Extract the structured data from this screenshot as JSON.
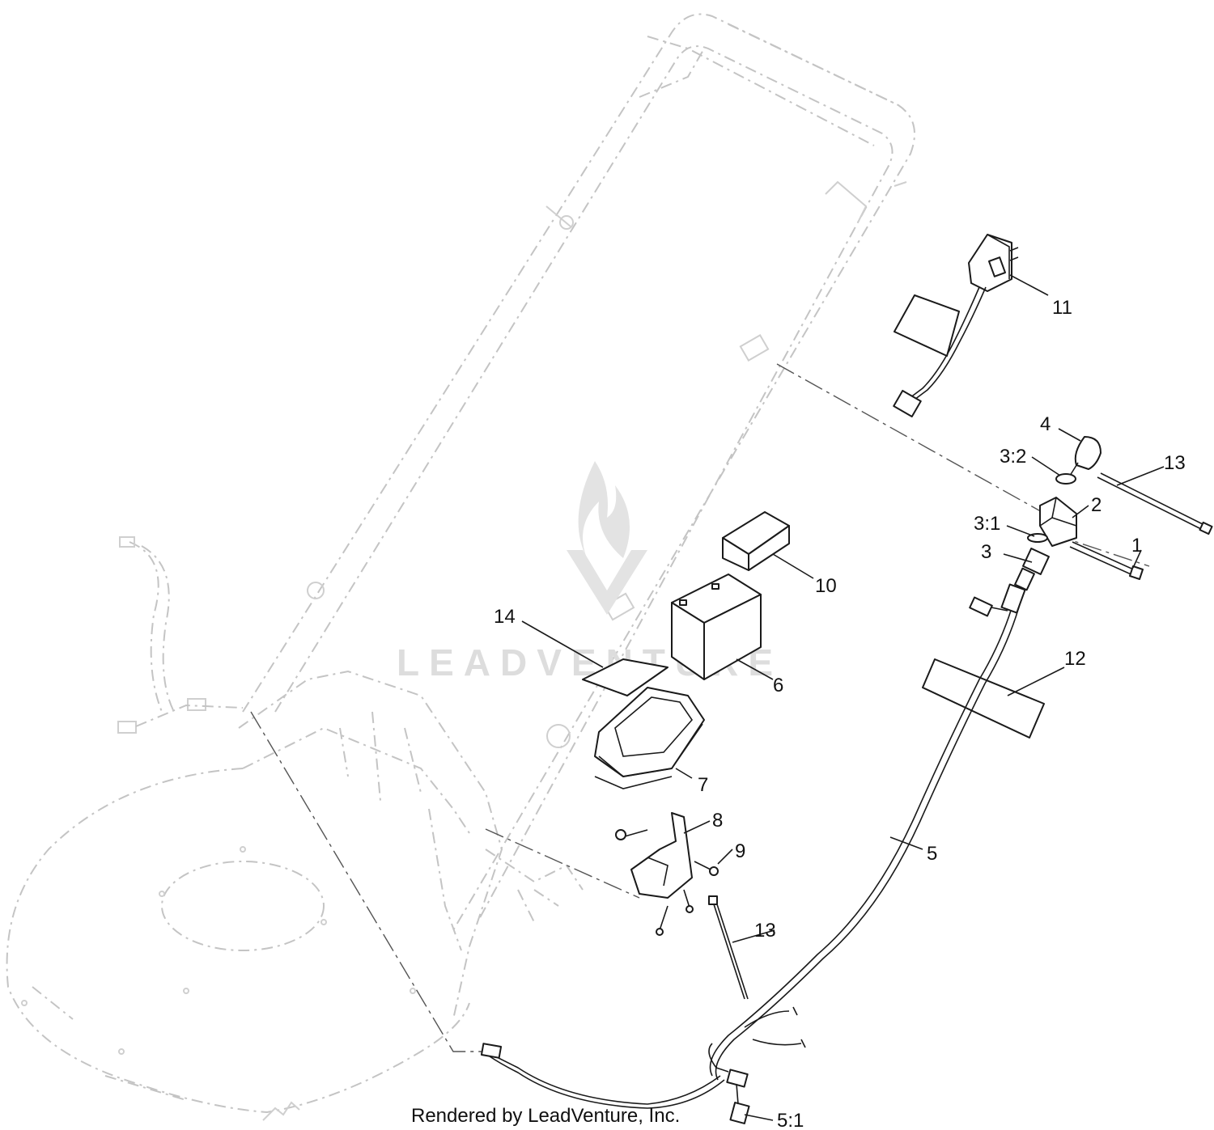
{
  "callouts": [
    {
      "label": "11"
    },
    {
      "label": "4"
    },
    {
      "label": "3:2"
    },
    {
      "label": "13"
    },
    {
      "label": "2"
    },
    {
      "label": "3:1"
    },
    {
      "label": "1"
    },
    {
      "label": "3"
    },
    {
      "label": "10"
    },
    {
      "label": "14"
    },
    {
      "label": "6"
    },
    {
      "label": "12"
    },
    {
      "label": "7"
    },
    {
      "label": "8"
    },
    {
      "label": "9"
    },
    {
      "label": "5"
    },
    {
      "label": "13"
    },
    {
      "label": "5:1"
    }
  ],
  "watermark": {
    "text": "LEADVENTURE"
  },
  "footer": {
    "text": "Rendered by LeadVenture, Inc."
  }
}
